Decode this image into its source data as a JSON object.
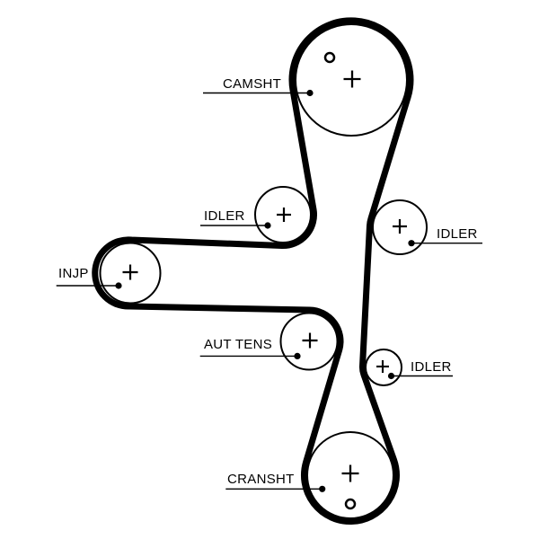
{
  "diagram": {
    "type": "timing-belt-routing-diagram",
    "colors": {
      "ink": "#000000",
      "background": "#ffffff"
    },
    "labels": {
      "camshaft": "CAMSHT",
      "idler_upper_left": "IDLER",
      "idler_upper_right": "IDLER",
      "injection_pump": "INJP",
      "auto_tensioner": "AUT TENS",
      "idler_lower_right": "IDLER",
      "crankshaft": "CRANSHT"
    }
  }
}
